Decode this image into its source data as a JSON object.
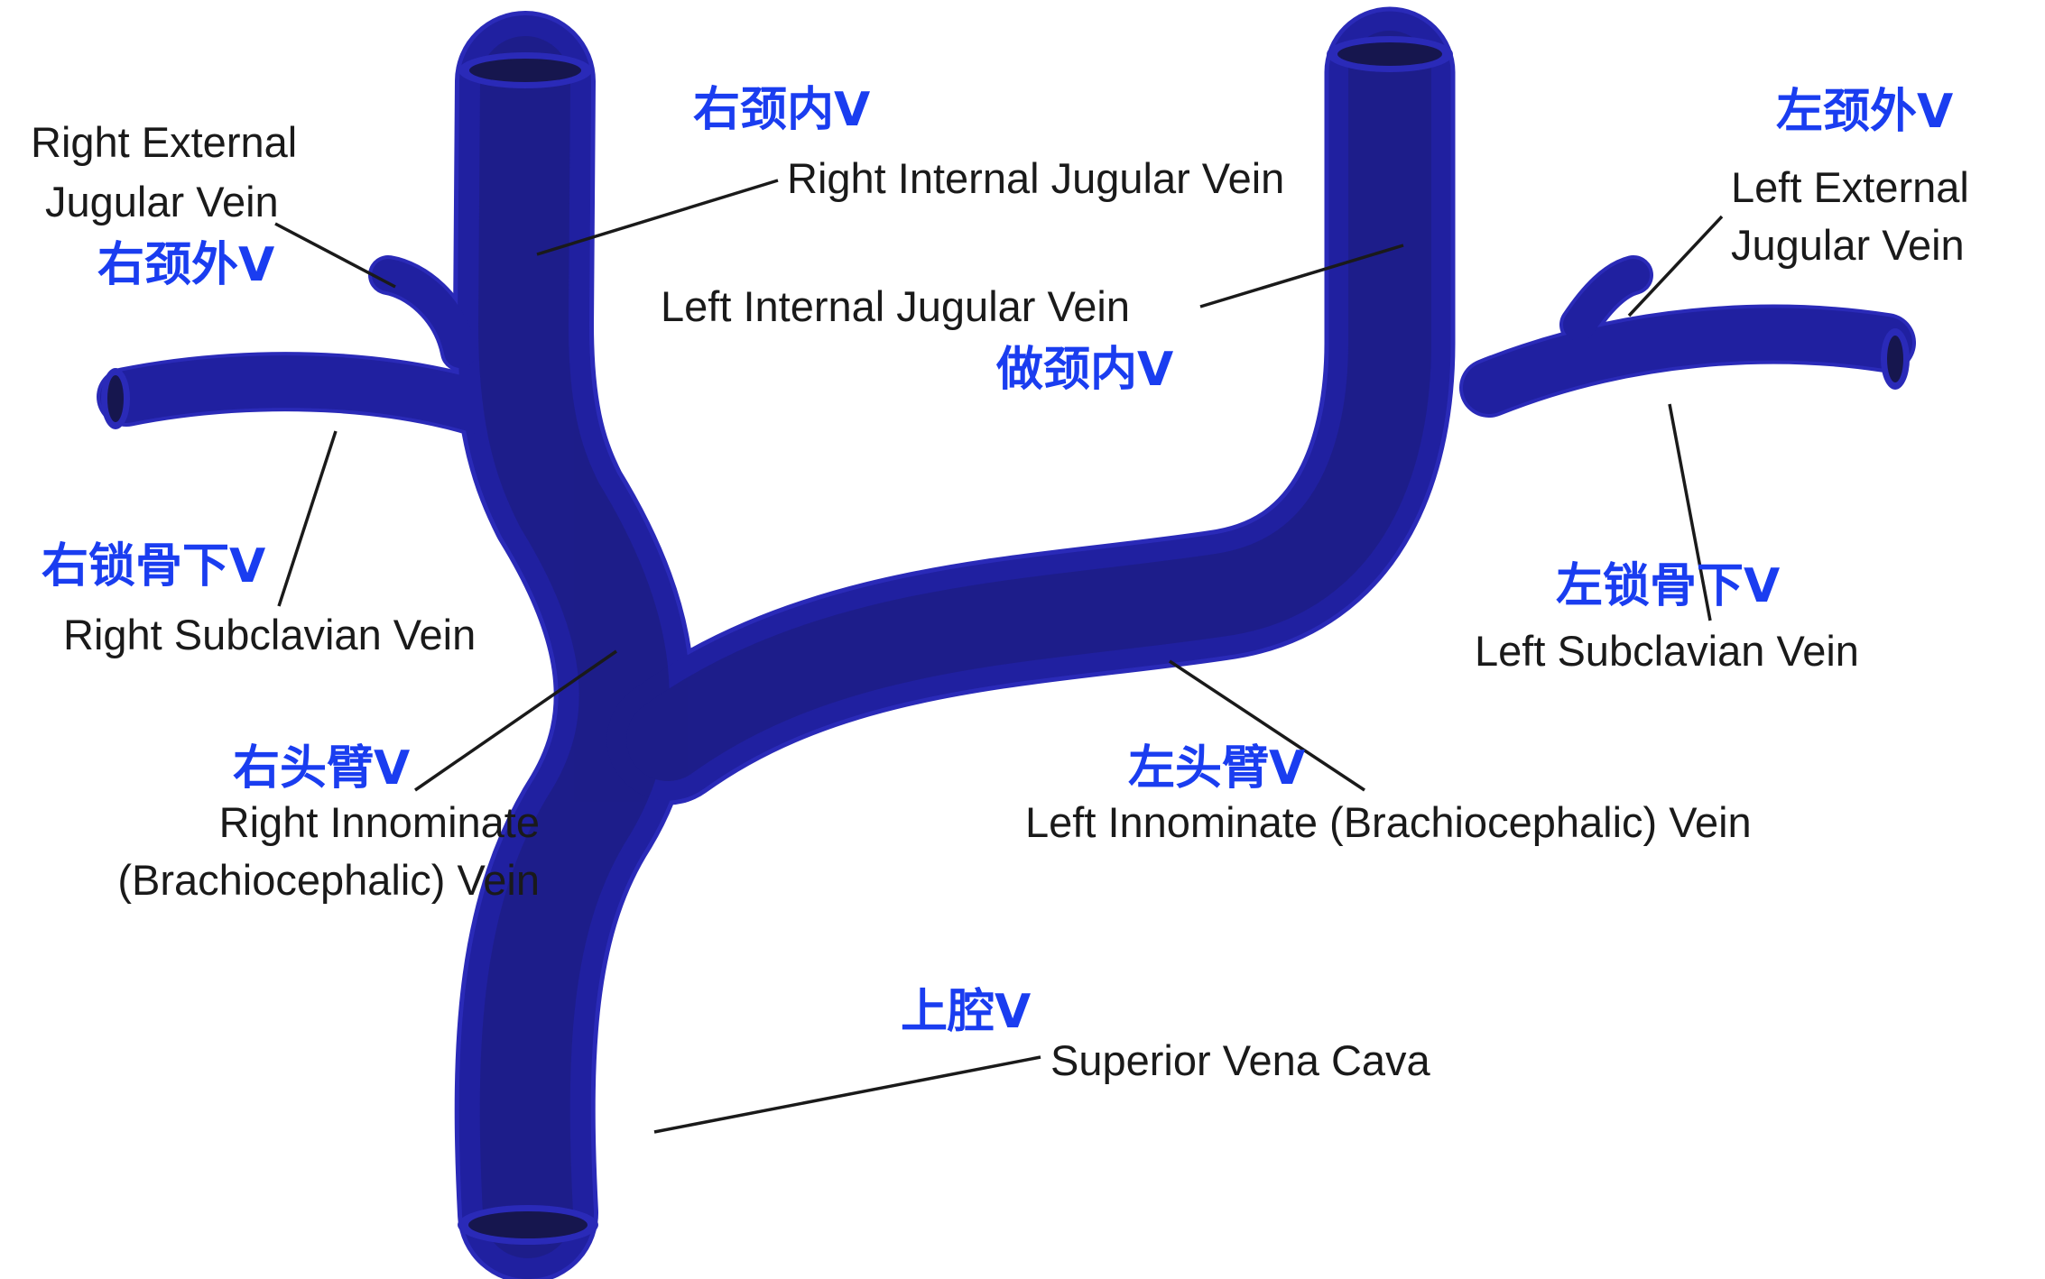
{
  "colors": {
    "vein_fill": "#2020a0",
    "vein_outline": "#2a2ab8",
    "vein_inner": "#1b1b78",
    "lumen": "#16164e",
    "chinese_label": "#1a3df0",
    "english_label": "#1a1a1a",
    "leader_line": "#1a1a1a"
  },
  "labels": {
    "right_external_jugular": {
      "en_line1": "Right External",
      "en_line2": "Jugular Vein",
      "cn": "右颈外V"
    },
    "right_internal_jugular": {
      "en": "Right Internal Jugular Vein",
      "cn": "右颈内V"
    },
    "left_internal_jugular": {
      "en": "Left Internal Jugular Vein",
      "cn": "做颈内V"
    },
    "left_external_jugular": {
      "en_line1": "Left External",
      "en_line2": "Jugular Vein",
      "cn": "左颈外V"
    },
    "right_subclavian": {
      "en": "Right Subclavian Vein",
      "cn": "右锁骨下V"
    },
    "left_subclavian": {
      "en": "Left Subclavian Vein",
      "cn": "左锁骨下V"
    },
    "right_innominate": {
      "en_line1": "Right Innominate",
      "en_line2": "(Brachiocephalic) Vein",
      "cn": "右头臂V"
    },
    "left_innominate": {
      "en": "Left Innominate (Brachiocephalic) Vein",
      "cn": "左头臂V"
    },
    "superior_vena_cava": {
      "en": "Superior Vena Cava",
      "cn": "上腔V"
    }
  }
}
